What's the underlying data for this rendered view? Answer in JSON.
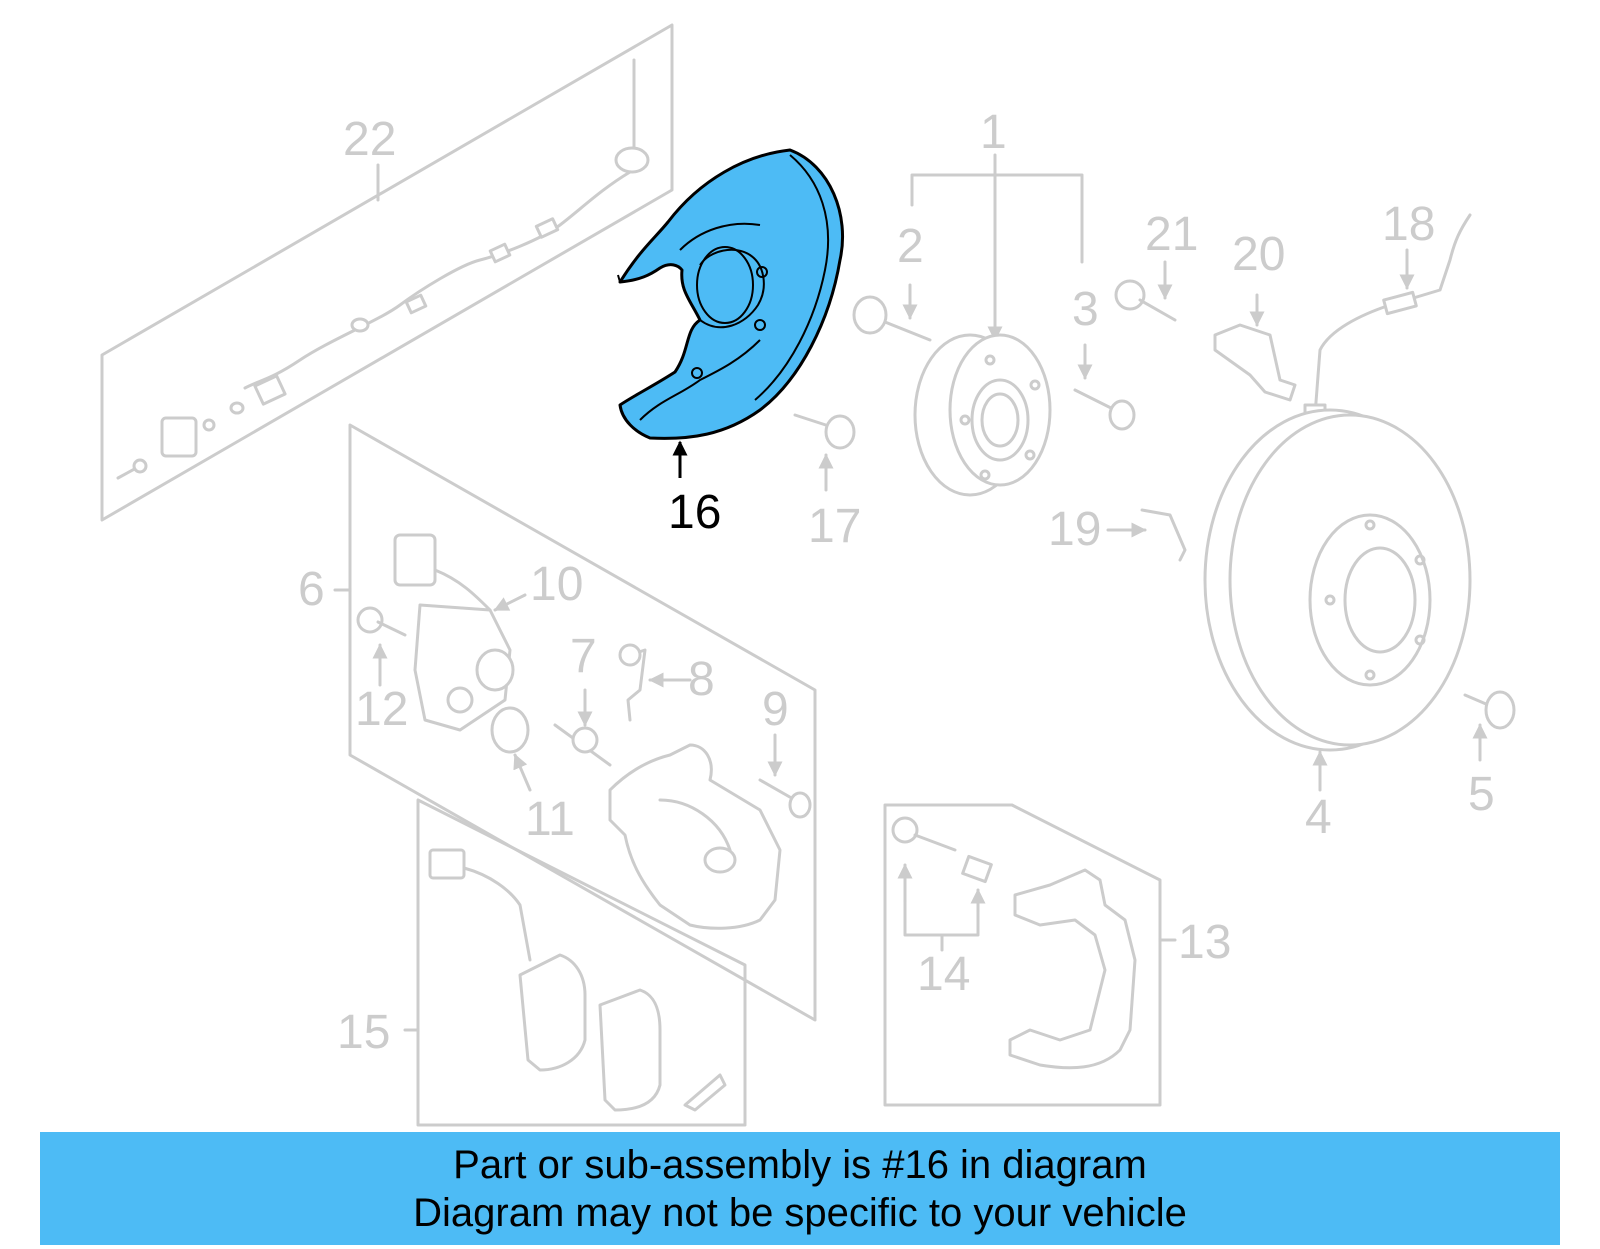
{
  "diagram": {
    "highlighted_part": "16",
    "highlight_color": "#4dbbf5",
    "part_color": "#cccccc",
    "callouts": [
      "1",
      "2",
      "3",
      "4",
      "5",
      "6",
      "7",
      "8",
      "9",
      "10",
      "11",
      "12",
      "13",
      "14",
      "15",
      "16",
      "17",
      "18",
      "19",
      "20",
      "21",
      "22"
    ]
  },
  "banner": {
    "line1": "Part or sub-assembly is #16 in diagram",
    "line2": "Diagram may not be specific to your vehicle",
    "background": "#4dbbf5"
  }
}
